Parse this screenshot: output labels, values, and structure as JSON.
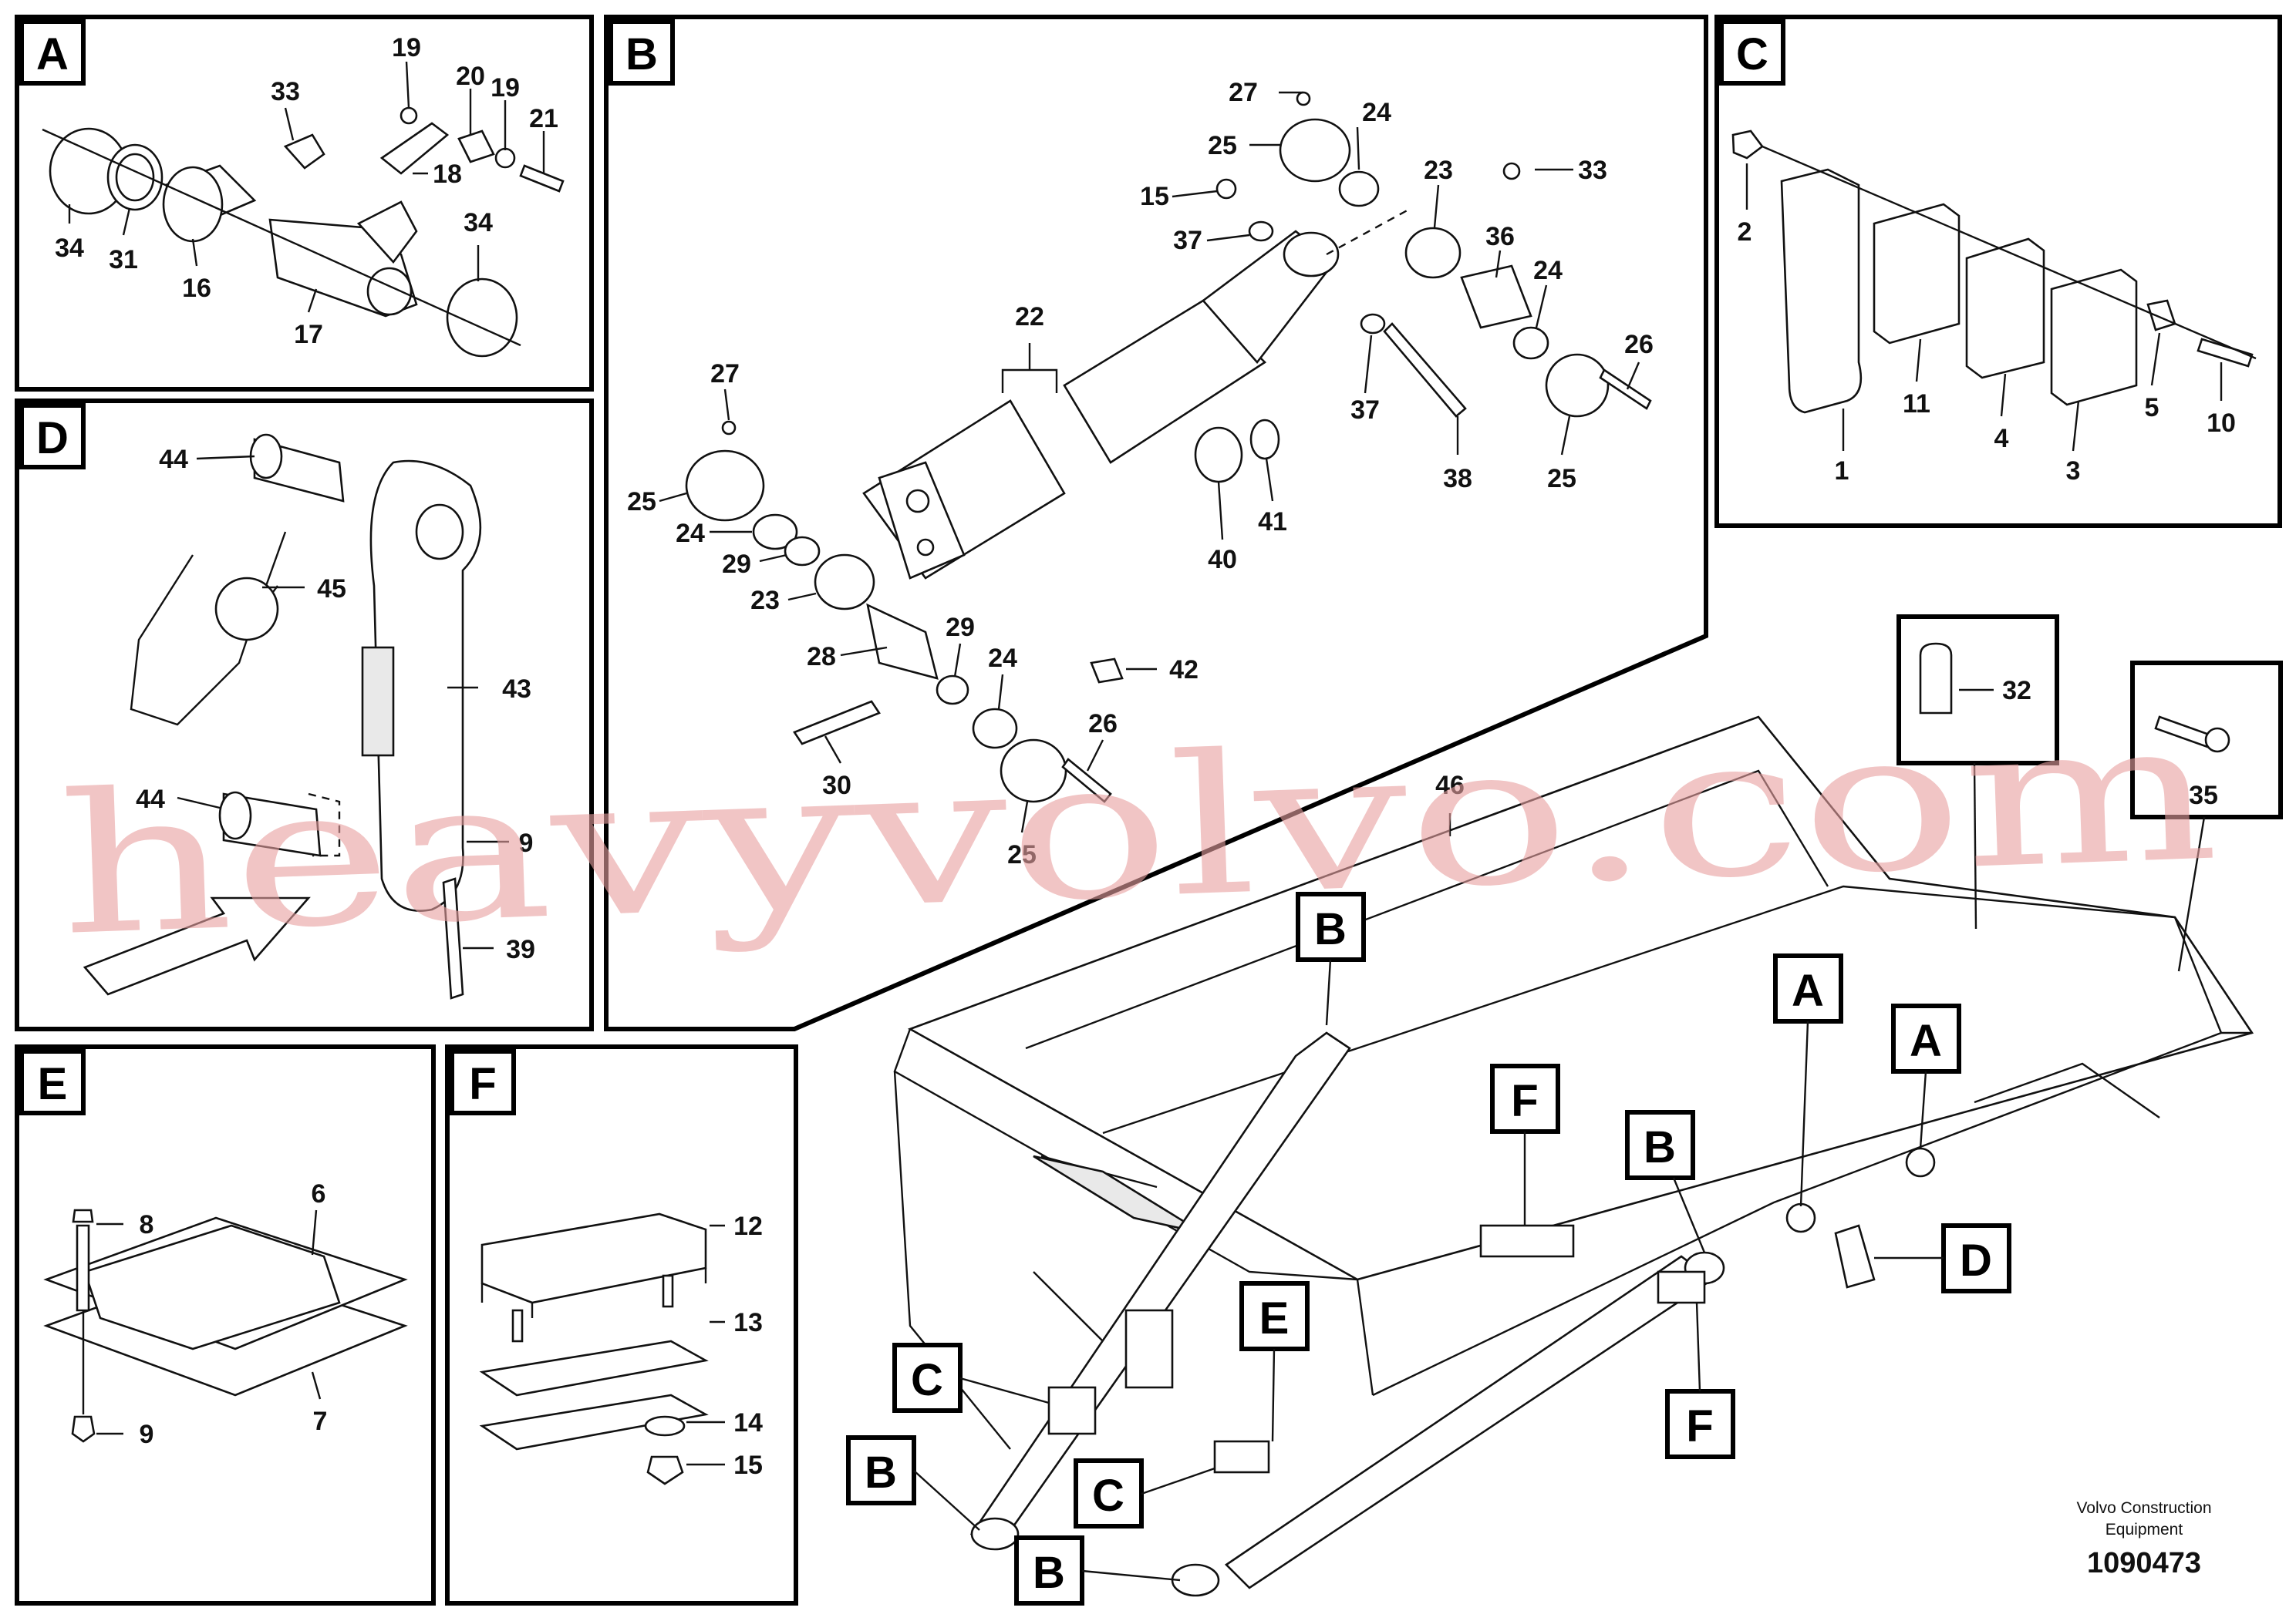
{
  "panels": {
    "A": {
      "title": "A",
      "callouts": [
        "33",
        "19",
        "20",
        "19",
        "21",
        "18",
        "34",
        "31",
        "16",
        "17",
        "34"
      ]
    },
    "B": {
      "title": "B",
      "callouts": [
        "27",
        "24",
        "25",
        "33",
        "15",
        "23",
        "37",
        "36",
        "24",
        "22",
        "26",
        "37",
        "38",
        "25",
        "27",
        "25",
        "24",
        "40",
        "41",
        "29",
        "23",
        "28",
        "29",
        "24",
        "42",
        "26",
        "30",
        "25"
      ]
    },
    "C": {
      "title": "C",
      "callouts": [
        "2",
        "11",
        "4",
        "5",
        "10",
        "1",
        "3"
      ]
    },
    "D": {
      "title": "D",
      "callouts": [
        "44",
        "45",
        "43",
        "44",
        "9",
        "39"
      ]
    },
    "E": {
      "title": "E",
      "callouts": [
        "8",
        "6",
        "9",
        "7"
      ]
    },
    "F": {
      "title": "F",
      "callouts": [
        "12",
        "13",
        "14",
        "15"
      ]
    }
  },
  "main": {
    "callouts": [
      "46",
      "32",
      "35"
    ],
    "labels": [
      "B",
      "A",
      "A",
      "F",
      "B",
      "D",
      "F",
      "C",
      "E",
      "B",
      "C",
      "B"
    ]
  },
  "watermark": "heavyvolvo.com",
  "footer": {
    "company_line1": "Volvo Construction",
    "company_line2": "Equipment",
    "drawing_number": "1090473"
  }
}
